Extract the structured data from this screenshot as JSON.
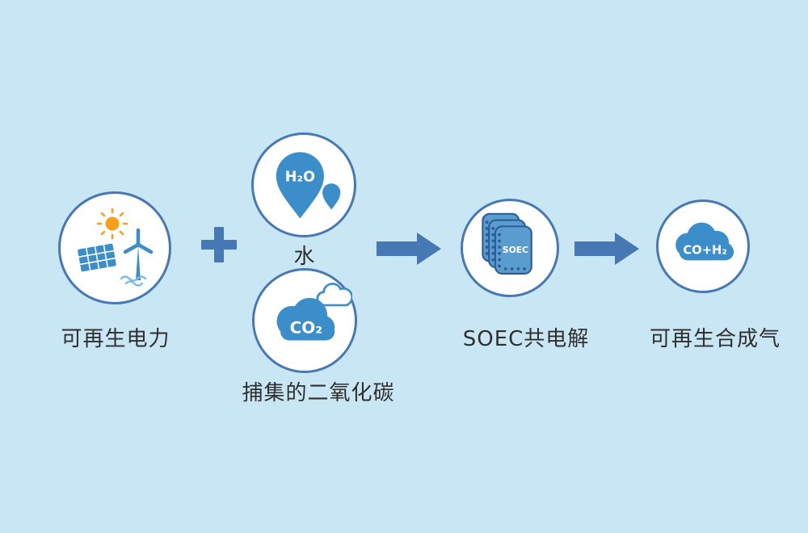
{
  "colors": {
    "background": "#c9e6f5",
    "circle_border": "#4678b4",
    "icon_blue": "#3b8ec9",
    "icon_blue_light": "#7cbde4",
    "arrow": "#4678b4",
    "text": "#2f2f2f",
    "sun": "#f6a01a",
    "plate_fill": "#5b9ccf",
    "plate_stroke": "#2c5d99"
  },
  "nodes": {
    "renewable": {
      "label": "可再生电力"
    },
    "water": {
      "label": "水",
      "formula": "H₂O"
    },
    "co2": {
      "label": "捕集的二氧化碳",
      "formula": "CO₂"
    },
    "soec": {
      "label": "SOEC共电解",
      "stack_label": "SOEC"
    },
    "syngas": {
      "label": "可再生合成气",
      "formula": "CO+H₂"
    }
  }
}
